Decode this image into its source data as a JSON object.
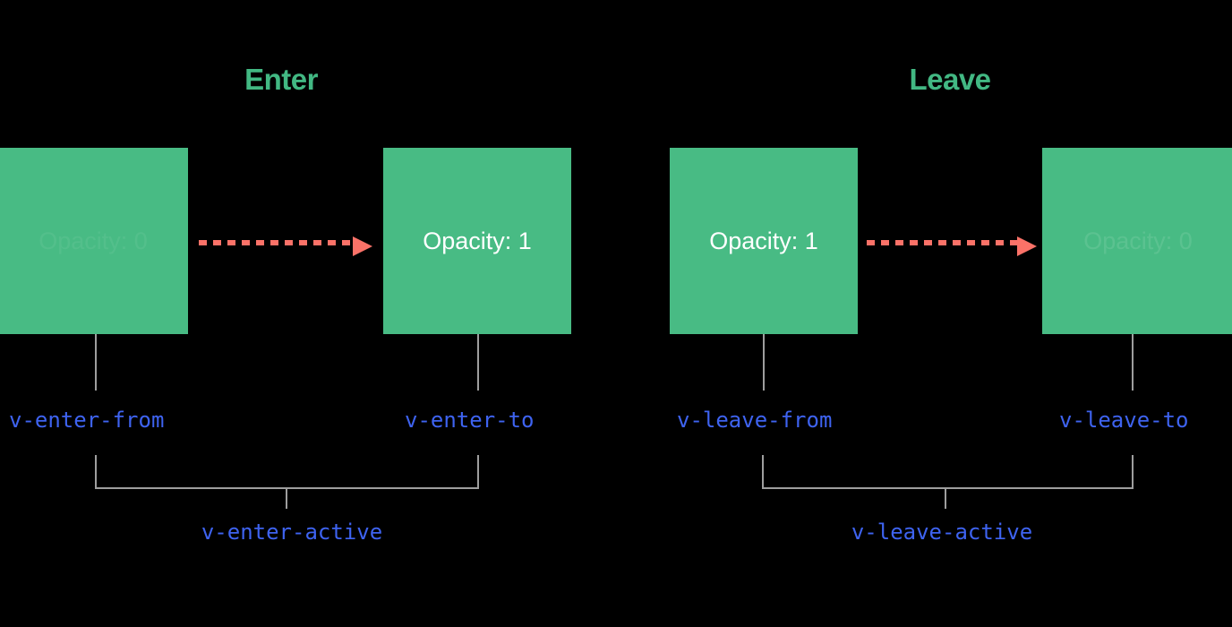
{
  "theme": {
    "background": "#000000",
    "box_green": "#48bb84",
    "title_green": "#42b883",
    "arrow_coral": "#fb7268",
    "connector_gray": "#9e9e9e",
    "code_blue": "#3e63f0",
    "box_text_white": "#ffffff"
  },
  "diagram": {
    "type": "vue-transition-class-lifecycle",
    "sections": [
      {
        "id": "enter",
        "title": "Enter",
        "boxes": [
          {
            "id": "enter-from-box",
            "label": "Opacity: 0",
            "opacity_state": "faded"
          },
          {
            "id": "enter-to-box",
            "label": "Opacity: 1",
            "opacity_state": "solid"
          }
        ],
        "arrow": {
          "name": "enter-transition-arrow",
          "style": "dashed-right"
        },
        "class_labels": [
          {
            "id": "v-enter-from",
            "text": "v-enter-from"
          },
          {
            "id": "v-enter-to",
            "text": "v-enter-to"
          }
        ],
        "active_label": {
          "id": "v-enter-active",
          "text": "v-enter-active"
        }
      },
      {
        "id": "leave",
        "title": "Leave",
        "boxes": [
          {
            "id": "leave-from-box",
            "label": "Opacity: 1",
            "opacity_state": "solid"
          },
          {
            "id": "leave-to-box",
            "label": "Opacity: 0",
            "opacity_state": "faded"
          }
        ],
        "arrow": {
          "name": "leave-transition-arrow",
          "style": "dashed-right"
        },
        "class_labels": [
          {
            "id": "v-leave-from",
            "text": "v-leave-from"
          },
          {
            "id": "v-leave-to",
            "text": "v-leave-to"
          }
        ],
        "active_label": {
          "id": "v-leave-active",
          "text": "v-leave-active"
        }
      }
    ]
  }
}
